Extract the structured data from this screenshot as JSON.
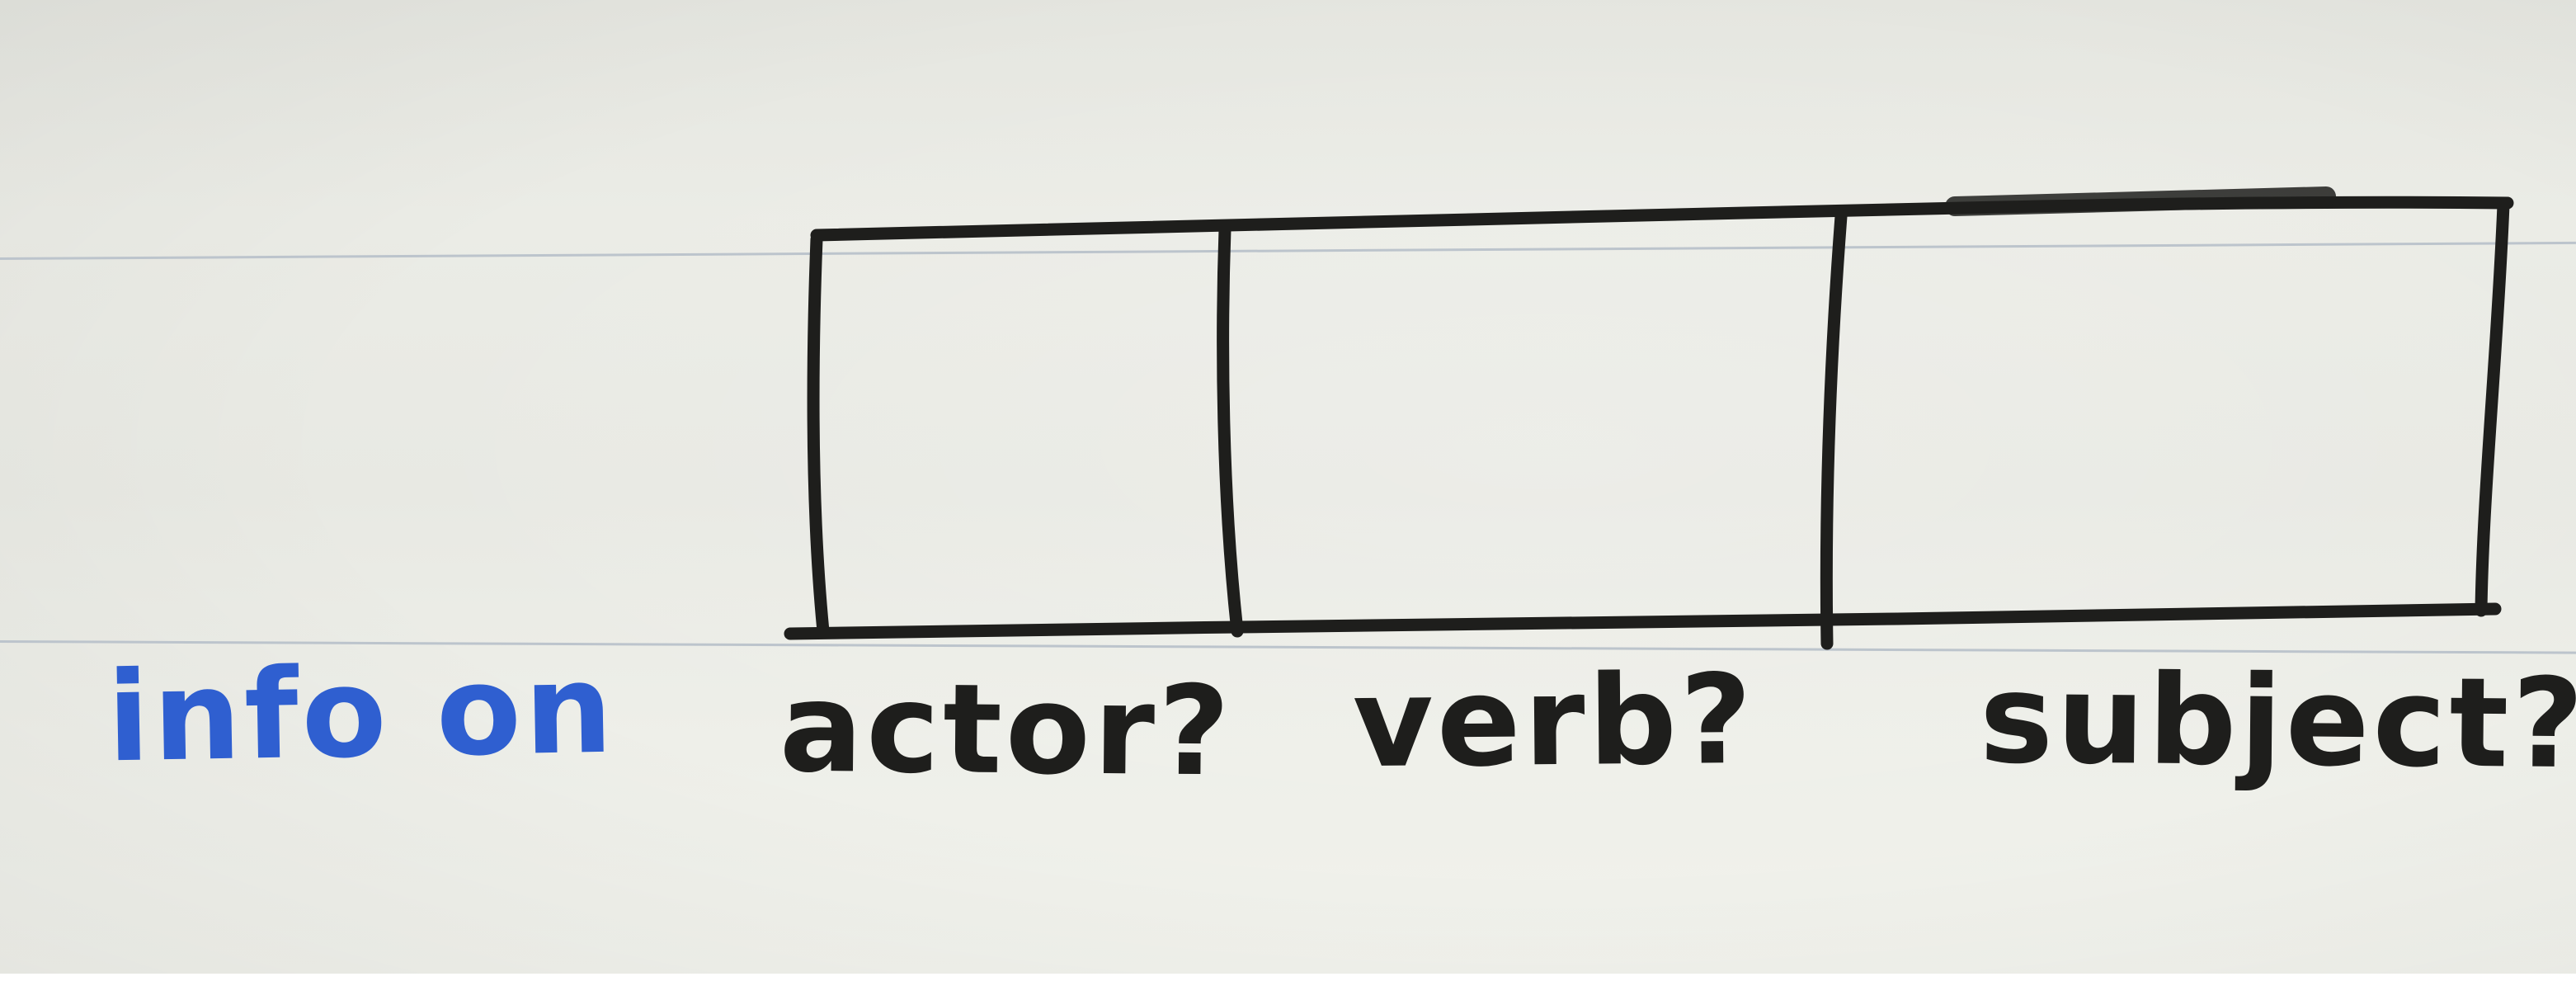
{
  "sheet": {
    "paper_color": "#ebece6",
    "rule_color": "#bcc4cc",
    "ink_color": "#1e1e1c",
    "blue_ink_color": "#2f5fd0"
  },
  "labels": {
    "intro": "info on",
    "box_1": "actor?",
    "box_2": "verb?",
    "box_3": "subject?"
  }
}
